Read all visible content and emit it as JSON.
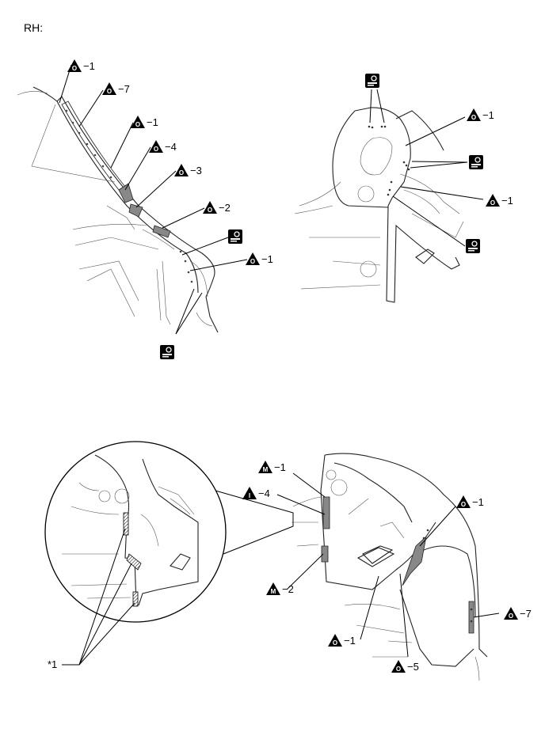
{
  "side_label": "RH:",
  "callouts": {
    "v1": {
      "sym": "O",
      "num": "−1"
    },
    "v7": {
      "sym": "O",
      "num": "−7"
    },
    "v1b": {
      "sym": "O",
      "num": "−1"
    },
    "v4": {
      "sym": "O",
      "num": "−4"
    },
    "v3": {
      "sym": "O",
      "num": "−3"
    },
    "v2": {
      "sym": "O",
      "num": "−2"
    },
    "v1c": {
      "sym": "O",
      "num": "−1"
    },
    "r1a": {
      "sym": "O",
      "num": "−1"
    },
    "r1b": {
      "sym": "O",
      "num": "−1"
    },
    "m1": {
      "sym": "M",
      "num": "−1"
    },
    "i4": {
      "sym": "I",
      "num": "−4"
    },
    "m2": {
      "sym": "M",
      "num": "−2"
    },
    "b1a": {
      "sym": "O",
      "num": "−1"
    },
    "b1b": {
      "sym": "O",
      "num": "−1"
    },
    "b5": {
      "sym": "O",
      "num": "−5"
    },
    "b7": {
      "sym": "O",
      "num": "−7"
    }
  },
  "note_label": "*1",
  "colors": {
    "line": "#222222",
    "seal": "#888888",
    "icon": "#000000"
  }
}
